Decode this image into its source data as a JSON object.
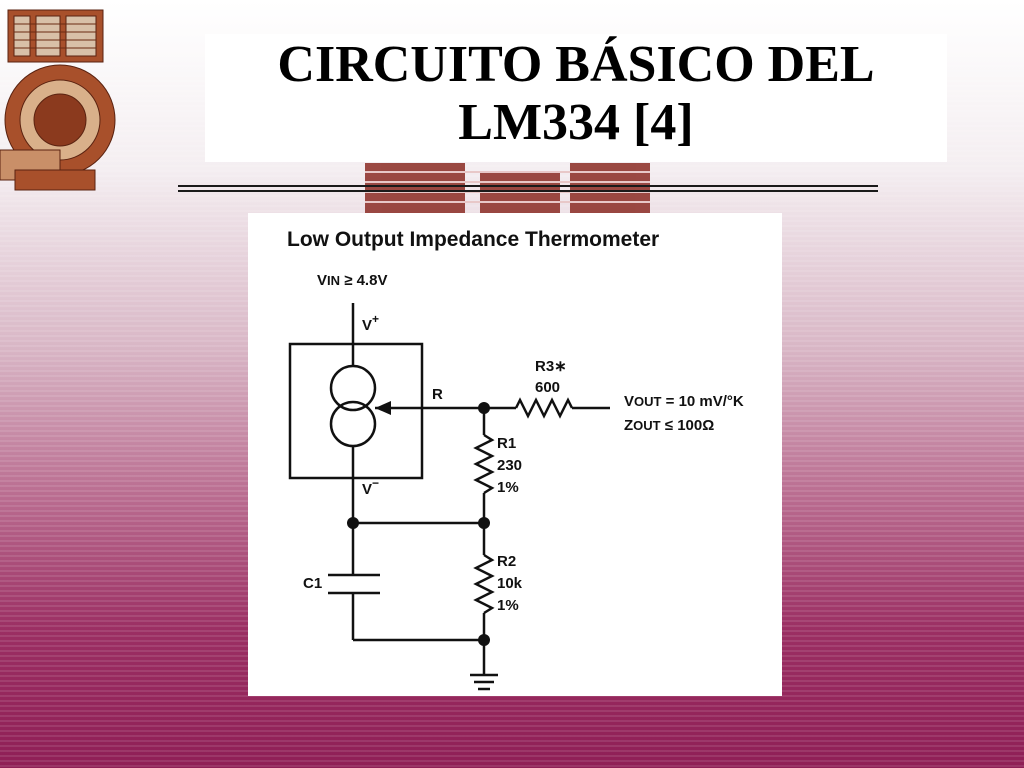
{
  "slide": {
    "title_line1": "CIRCUITO BÁSICO DEL",
    "title_line2": "LM334 [4]"
  },
  "diagram": {
    "title": "Low Output Impedance Thermometer",
    "vin_symbol": "V",
    "vin_sub": "IN",
    "vin_condition": "≥ 4.8V",
    "vplus_symbol": "V",
    "vplus_sup": "+",
    "vminus_symbol": "V",
    "vminus_sup": "−",
    "r_pin": "R",
    "r3_name": "R3∗",
    "r3_value": "600",
    "vout_symbol": "V",
    "vout_sub": "OUT",
    "vout_spec": "= 10 mV/°K",
    "zout_symbol": "Z",
    "zout_sub": "OUT",
    "zout_spec": "≤ 100Ω",
    "r1_name": "R1",
    "r1_value": "230",
    "r1_tol": "1%",
    "r2_name": "R2",
    "r2_value": "10k",
    "r2_tol": "1%",
    "c1_name": "C1"
  },
  "colors": {
    "background_top": "#ffffff",
    "background_bottom": "#8f1f56",
    "logo_brown": "#8b3a1e"
  },
  "icons": [
    "ipn-logo-icon",
    "ipn-watermark-icon",
    "ground-icon"
  ]
}
